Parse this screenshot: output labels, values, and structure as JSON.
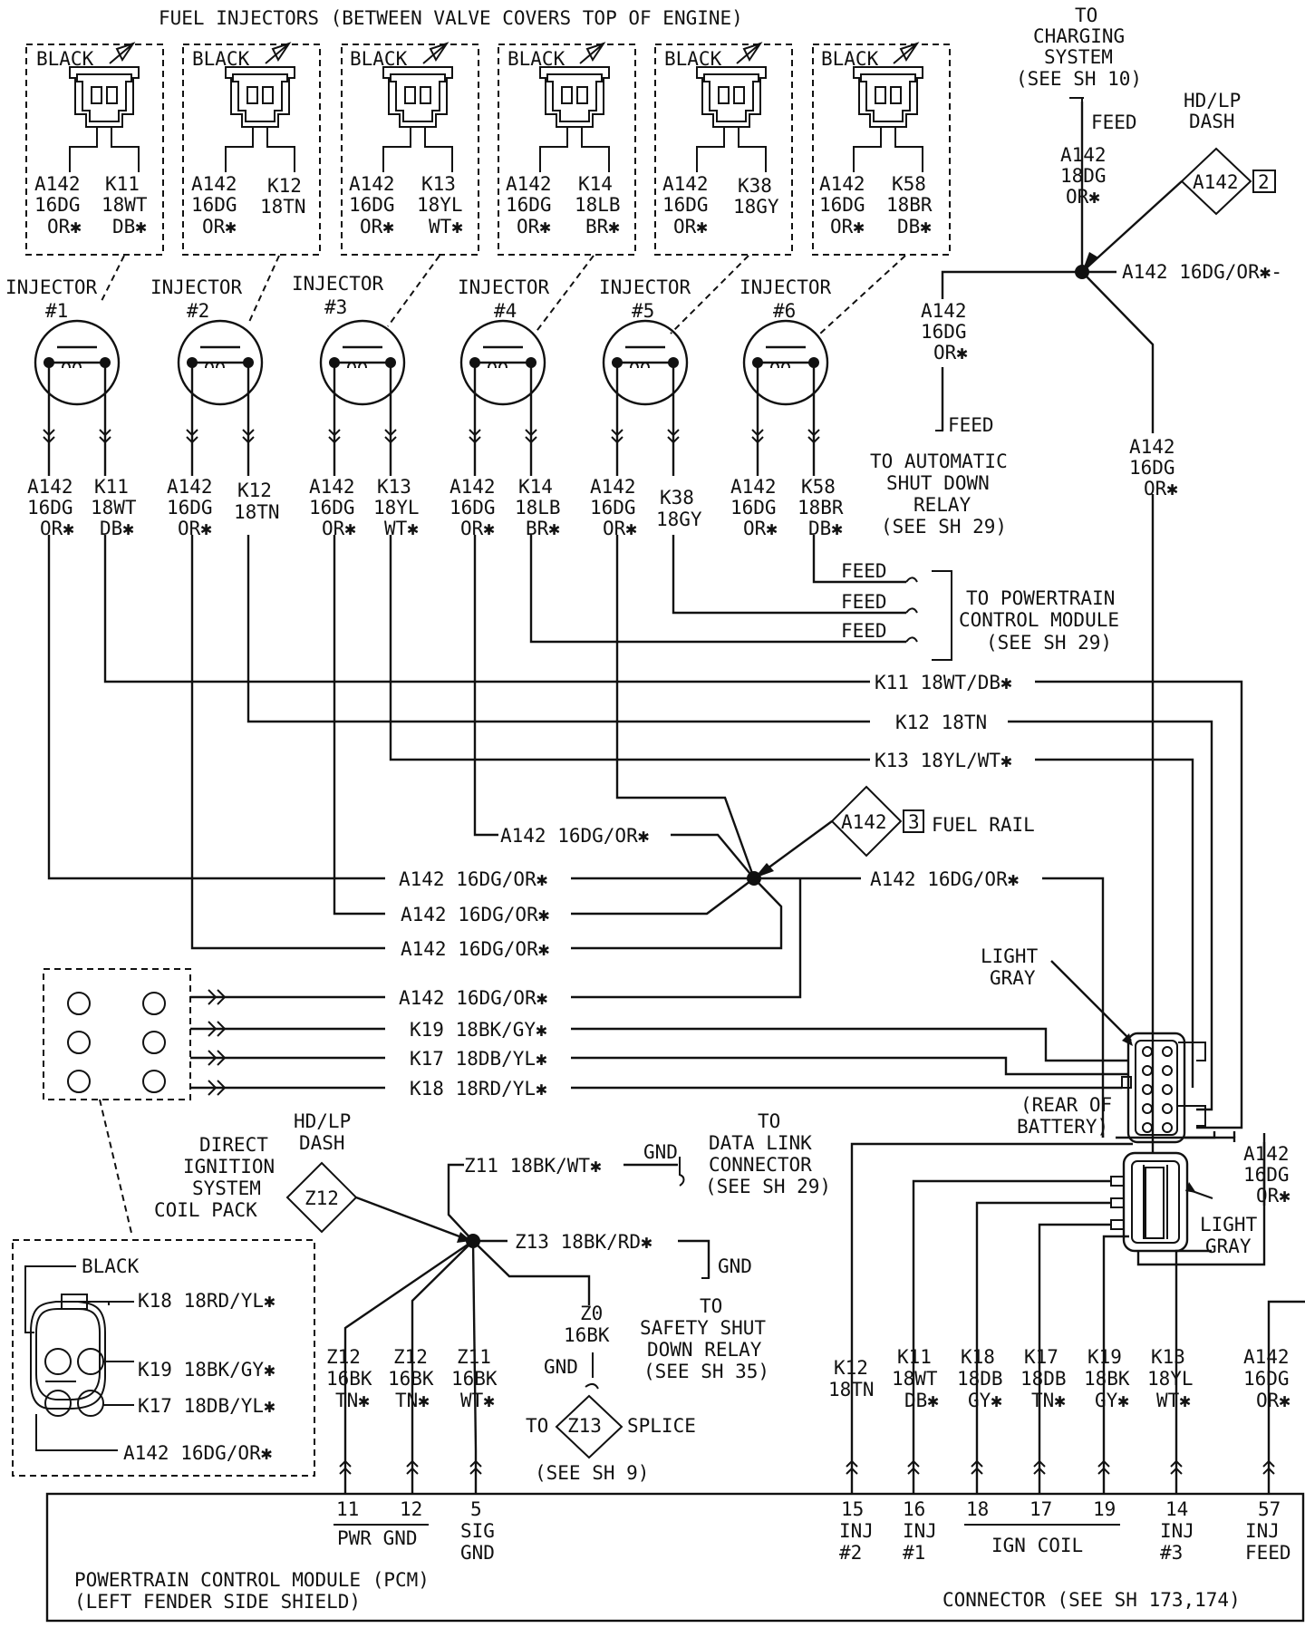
{
  "title": "FUEL INJECTORS (BETWEEN VALVE COVERS TOP OF ENGINE)",
  "connector_color_black": "BLACK",
  "injectors": [
    {
      "label": "INJECTOR",
      "num": "#1",
      "a_code": "A142",
      "a_gauge": "16DG",
      "a_color": "OR✱",
      "k_code": "K11",
      "k_gauge": "18WT",
      "k_color": "DB✱"
    },
    {
      "label": "INJECTOR",
      "num": "#2",
      "a_code": "A142",
      "a_gauge": "16DG",
      "a_color": "OR✱",
      "k_code": "K12",
      "k_gauge": "18TN",
      "k_color": ""
    },
    {
      "label": "INJECTOR",
      "num": "#3",
      "a_code": "A142",
      "a_gauge": "16DG",
      "a_color": "OR✱",
      "k_code": "K13",
      "k_gauge": "18YL",
      "k_color": "WT✱"
    },
    {
      "label": "INJECTOR",
      "num": "#4",
      "a_code": "A142",
      "a_gauge": "16DG",
      "a_color": "OR✱",
      "k_code": "K14",
      "k_gauge": "18LB",
      "k_color": "BR✱"
    },
    {
      "label": "INJECTOR",
      "num": "#5",
      "a_code": "A142",
      "a_gauge": "16DG",
      "a_color": "OR✱",
      "k_code": "K38",
      "k_gauge": "18GY",
      "k_color": ""
    },
    {
      "label": "INJECTOR",
      "num": "#6",
      "a_code": "A142",
      "a_gauge": "16DG",
      "a_color": "OR✱",
      "k_code": "K58",
      "k_gauge": "18BR",
      "k_color": "DB✱"
    }
  ],
  "charging": {
    "to": "TO",
    "l1": "CHARGING",
    "l2": "SYSTEM",
    "l3": "(SEE SH 10)",
    "feed": "FEED",
    "w1": "A142",
    "w2": "18DG",
    "w3": "OR✱"
  },
  "hd_lp_top": {
    "l1": "HD/LP",
    "l2": "DASH",
    "code": "A142",
    "num": "2"
  },
  "top_splice_right": "A142 16DG/OR✱-",
  "asd": {
    "w1": "A142",
    "w2": "16DG",
    "w3": "OR✱",
    "feed": "FEED",
    "l1": "TO AUTOMATIC",
    "l2": "SHUT DOWN",
    "l3": "RELAY",
    "l4": "(SEE SH 29)"
  },
  "right_trunk_label": {
    "w1": "A142",
    "w2": "16DG",
    "w3": "OR✱"
  },
  "pcm_feeds": {
    "feed1": "FEED",
    "feed2": "FEED",
    "feed3": "FEED",
    "l1": "TO POWERTRAIN",
    "l2": "CONTROL MODULE",
    "l3": "(SEE SH 29)"
  },
  "wire_labels": {
    "k11": "K11 18WT/DB✱",
    "k12": "K12 18TN",
    "k13": "K13 18YL/WT✱",
    "a142_a": "A142 16DG/OR✱",
    "a142_b": "A142 16DG/OR✱",
    "a142_c": "A142 16DG/OR✱",
    "a142_d": "A142 16DG/OR✱",
    "a142_e": "A142 16DG/OR✱",
    "a142_f": "A142 16DG/OR✱",
    "k19": "K19 18BK/GY✱",
    "k17": "K17 18DB/YL✱",
    "k18": "K18 18RD/YL✱"
  },
  "fuel_rail": {
    "code": "A142",
    "num": "3",
    "label": "FUEL RAIL"
  },
  "light_gray_1": {
    "l1": "LIGHT",
    "l2": "GRAY"
  },
  "rear_battery": {
    "l1": "(REAR OF",
    "l2": "BATTERY)"
  },
  "light_gray_2": {
    "l1": "LIGHT",
    "l2": "GRAY"
  },
  "right_a142": {
    "w1": "A142",
    "w2": "16DG",
    "w3": "OR✱"
  },
  "coil_pack": {
    "l1": "DIRECT",
    "l2": "IGNITION",
    "l3": "SYSTEM",
    "l4": "COIL PACK",
    "black": "BLACK",
    "k18": "K18 18RD/YL✱",
    "k19": "K19 18BK/GY✱",
    "k17": "K17 18DB/YL✱",
    "a142": "A142 16DG/OR✱"
  },
  "hd_lp_bottom": {
    "l1": "HD/LP",
    "l2": "DASH",
    "code": "Z12"
  },
  "ground": {
    "z11": "Z11 18BK/WT✱",
    "gnd1": "GND",
    "dlc1": "TO",
    "dlc2": "DATA LINK",
    "dlc3": "CONNECTOR",
    "dlc4": "(SEE SH 29)",
    "z13": "Z13 18BK/RD✱",
    "gnd2": "GND",
    "ssr1": "TO",
    "ssr2": "SAFETY SHUT",
    "ssr3": "DOWN RELAY",
    "ssr4": "(SEE SH 35)",
    "z0a": "Z0",
    "z0b": "16BK",
    "gnd3": "GND",
    "to": "TO",
    "splice_code": "Z13",
    "splice": "SPLICE",
    "see9": "(SEE SH 9)"
  },
  "pcm_left_wires": [
    {
      "w1": "Z12",
      "w2": "16BK",
      "w3": "TN✱"
    },
    {
      "w1": "Z12",
      "w2": "16BK",
      "w3": "TN✱"
    },
    {
      "w1": "Z11",
      "w2": "16BK",
      "w3": "WT✱"
    }
  ],
  "pcm_right_wires": [
    {
      "w1": "K12",
      "w2": "18TN",
      "w3": ""
    },
    {
      "w1": "K11",
      "w2": "18WT",
      "w3": "DB✱"
    },
    {
      "w1": "K18",
      "w2": "18DB",
      "w3": "GY✱"
    },
    {
      "w1": "K17",
      "w2": "18DB",
      "w3": "TN✱"
    },
    {
      "w1": "K19",
      "w2": "18BK",
      "w3": "GY✱"
    },
    {
      "w1": "K13",
      "w2": "18YL",
      "w3": "WT✱"
    },
    {
      "w1": "A142",
      "w2": "16DG",
      "w3": "OR✱"
    }
  ],
  "pcm_pins": {
    "p11": "11",
    "p12": "12",
    "pwr_gnd": "PWR GND",
    "p5": "5",
    "sig1": "SIG",
    "sig2": "GND",
    "p15": "15",
    "inj2a": "INJ",
    "inj2b": "#2",
    "p16": "16",
    "inj1a": "INJ",
    "inj1b": "#1",
    "p18": "18",
    "p17": "17",
    "p19": "19",
    "ign": "IGN COIL",
    "p14": "14",
    "inj3a": "INJ",
    "inj3b": "#3",
    "p57": "57",
    "inj_feed_a": "INJ",
    "inj_feed_b": "FEED"
  },
  "pcm": {
    "l1": "POWERTRAIN CONTROL MODULE (PCM)",
    "l2": "(LEFT FENDER SIDE SHIELD)",
    "connector": "CONNECTOR (SEE SH 173,174)"
  }
}
